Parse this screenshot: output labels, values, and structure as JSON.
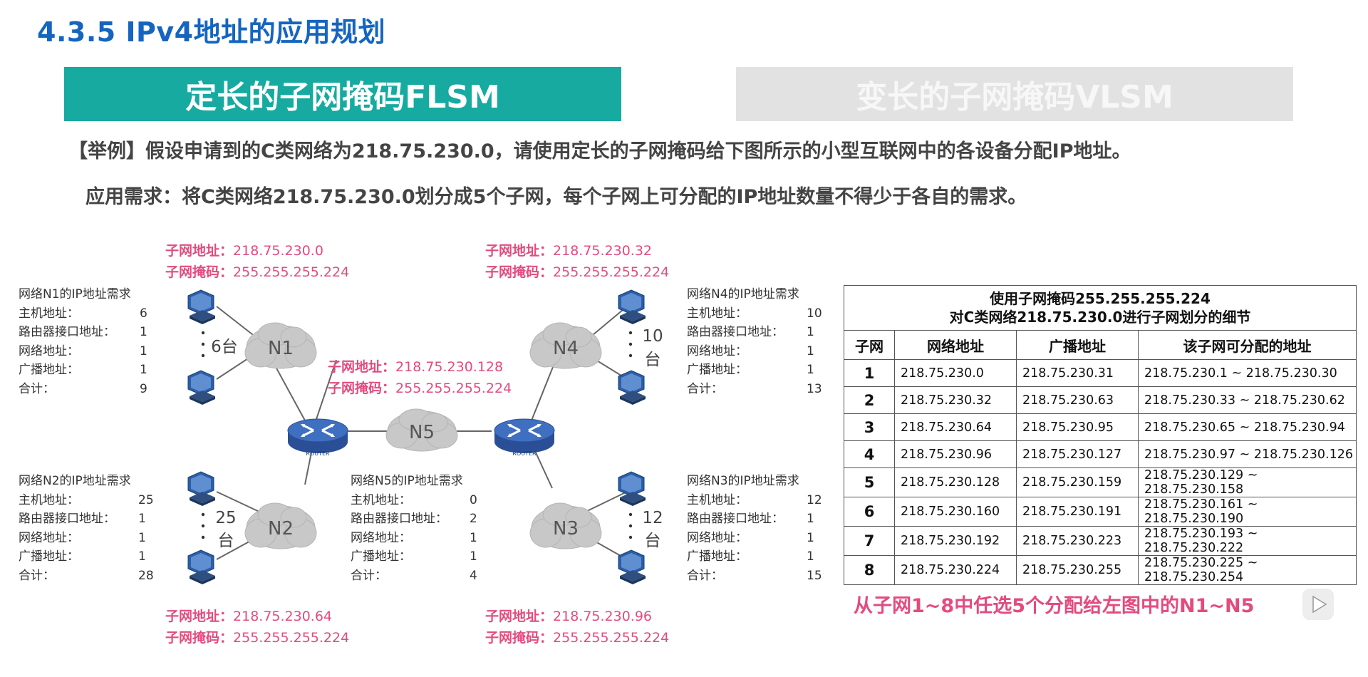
{
  "section_title": "4.3.5 IPv4地址的应用规划",
  "tabs": [
    {
      "label": "定长的子网掩码FLSM",
      "active": true
    },
    {
      "label": "变长的子网掩码VLSM",
      "active": false
    }
  ],
  "example": "【举例】假设申请到的C类网络为218.75.230.0，请使用定长的子网掩码给下图所示的小型互联网中的各设备分配IP地址。",
  "requirement": "应用需求：将C类网络218.75.230.0划分成5个子网，每个子网上可分配的IP地址数量不得少于各自的需求。",
  "labels": {
    "subnet_address": "子网地址：",
    "subnet_mask": "子网掩码："
  },
  "assignments": {
    "n1": {
      "address": "218.75.230.0",
      "mask": "255.255.255.224"
    },
    "n4": {
      "address": "218.75.230.32",
      "mask": "255.255.255.224"
    },
    "n5": {
      "address": "218.75.230.128",
      "mask": "255.255.255.224"
    },
    "n2": {
      "address": "218.75.230.64",
      "mask": "255.255.255.224"
    },
    "n3": {
      "address": "218.75.230.96",
      "mask": "255.255.255.224"
    }
  },
  "requirements": {
    "n1": {
      "title": "网络N1的IP地址需求",
      "rows": [
        {
          "label": "主机地址：",
          "value": "6"
        },
        {
          "label": "路由器接口地址：",
          "value": "1"
        },
        {
          "label": "网络地址：",
          "value": "1"
        },
        {
          "label": "广播地址：",
          "value": "1"
        },
        {
          "label": "合计：",
          "value": "9"
        }
      ]
    },
    "n4": {
      "title": "网络N4的IP地址需求",
      "rows": [
        {
          "label": "主机地址：",
          "value": "10"
        },
        {
          "label": "路由器接口地址：",
          "value": "1"
        },
        {
          "label": "网络地址：",
          "value": "1"
        },
        {
          "label": "广播地址：",
          "value": "1"
        },
        {
          "label": "合计：",
          "value": "13"
        }
      ]
    },
    "n2": {
      "title": "网络N2的IP地址需求",
      "rows": [
        {
          "label": "主机地址：",
          "value": "25"
        },
        {
          "label": "路由器接口地址：",
          "value": "1"
        },
        {
          "label": "网络地址：",
          "value": "1"
        },
        {
          "label": "广播地址：",
          "value": "1"
        },
        {
          "label": "合计：",
          "value": "28"
        }
      ]
    },
    "n5": {
      "title": "网络N5的IP地址需求",
      "rows": [
        {
          "label": "主机地址：",
          "value": "0"
        },
        {
          "label": "路由器接口地址：",
          "value": "2"
        },
        {
          "label": "网络地址：",
          "value": "1"
        },
        {
          "label": "广播地址：",
          "value": "1"
        },
        {
          "label": "合计：",
          "value": "4"
        }
      ]
    },
    "n3": {
      "title": "网络N3的IP地址需求",
      "rows": [
        {
          "label": "主机地址：",
          "value": "12"
        },
        {
          "label": "路由器接口地址：",
          "value": "1"
        },
        {
          "label": "网络地址：",
          "value": "1"
        },
        {
          "label": "广播地址：",
          "value": "1"
        },
        {
          "label": "合计：",
          "value": "15"
        }
      ]
    }
  },
  "diagram": {
    "clouds": {
      "n1": "N1",
      "n2": "N2",
      "n3": "N3",
      "n4": "N4",
      "n5": "N5"
    },
    "host_counts": {
      "n1": "6台",
      "n2_num": "25",
      "n2_unit": "台",
      "n3_num": "12",
      "n3_unit": "台",
      "n4_num": "10",
      "n4_unit": "台"
    },
    "router_label": "ROUTER"
  },
  "table": {
    "caption_line1": "使用子网掩码255.255.255.224",
    "caption_line2": "对C类网络218.75.230.0进行子网划分的细节",
    "headers": [
      "子网",
      "网络地址",
      "广播地址",
      "该子网可分配的地址"
    ],
    "rows": [
      [
        "1",
        "218.75.230.0",
        "218.75.230.31",
        "218.75.230.1 ~ 218.75.230.30"
      ],
      [
        "2",
        "218.75.230.32",
        "218.75.230.63",
        "218.75.230.33 ~ 218.75.230.62"
      ],
      [
        "3",
        "218.75.230.64",
        "218.75.230.95",
        "218.75.230.65 ~ 218.75.230.94"
      ],
      [
        "4",
        "218.75.230.96",
        "218.75.230.127",
        "218.75.230.97 ~ 218.75.230.126"
      ],
      [
        "5",
        "218.75.230.128",
        "218.75.230.159",
        "218.75.230.129 ~ 218.75.230.158"
      ],
      [
        "6",
        "218.75.230.160",
        "218.75.230.191",
        "218.75.230.161 ~ 218.75.230.190"
      ],
      [
        "7",
        "218.75.230.192",
        "218.75.230.223",
        "218.75.230.193 ~ 218.75.230.222"
      ],
      [
        "8",
        "218.75.230.224",
        "218.75.230.255",
        "218.75.230.225 ~ 218.75.230.254"
      ]
    ]
  },
  "footer_note": "从子网1~8中任选5个分配给左图中的N1~N5",
  "colors": {
    "title_blue": "#1565c0",
    "tab_active": "#16aaa0",
    "tab_inactive": "#e2e2e2",
    "highlight_pink": "#e34b7f"
  }
}
